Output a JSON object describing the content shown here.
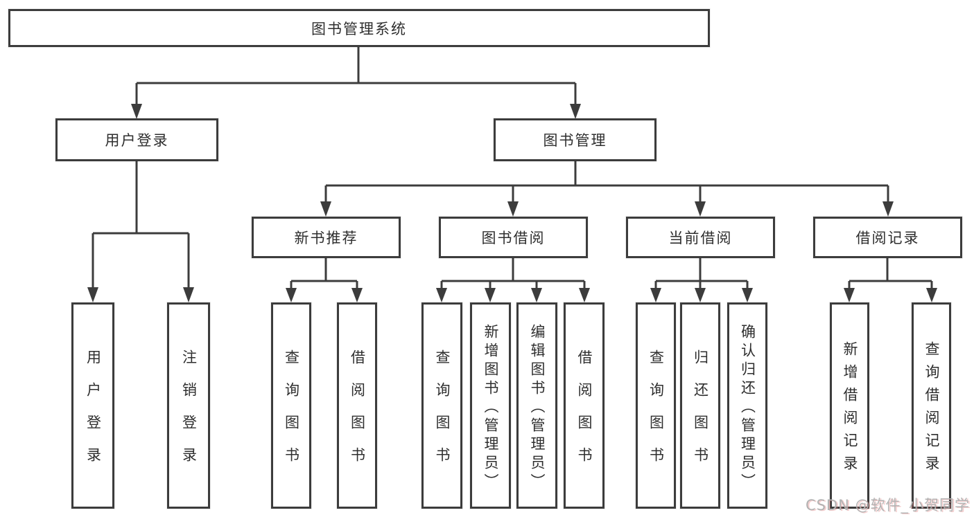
{
  "tree": {
    "root_label": "图书管理系统",
    "user_login": {
      "label": "用户登录",
      "children": [
        {
          "label": "用户登录"
        },
        {
          "label": "注销登录"
        }
      ]
    },
    "book_mgmt": {
      "label": "图书管理",
      "children": [
        {
          "label": "新书推荐",
          "children": [
            {
              "label": "查询图书"
            },
            {
              "label": "借阅图书"
            }
          ]
        },
        {
          "label": "图书借阅",
          "children": [
            {
              "label": "查询图书"
            },
            {
              "label": "新增图书（管理员）"
            },
            {
              "label": "编辑图书（管理员）"
            },
            {
              "label": "借阅图书"
            }
          ]
        },
        {
          "label": "当前借阅",
          "children": [
            {
              "label": "查询图书"
            },
            {
              "label": "归还图书"
            },
            {
              "label": "确认归还（管理员）"
            }
          ]
        },
        {
          "label": "借阅记录",
          "children": [
            {
              "label": "新增借阅记录"
            },
            {
              "label": "查询借阅记录"
            }
          ]
        }
      ]
    }
  },
  "watermark": {
    "text": "CSDN @软件_小贺同学"
  },
  "colors": {
    "line": "#3c3c3c",
    "text": "#2e2e2e",
    "background": "#ffffff",
    "watermark_gray": "#b3b3b3",
    "watermark_red": "#e07070"
  }
}
